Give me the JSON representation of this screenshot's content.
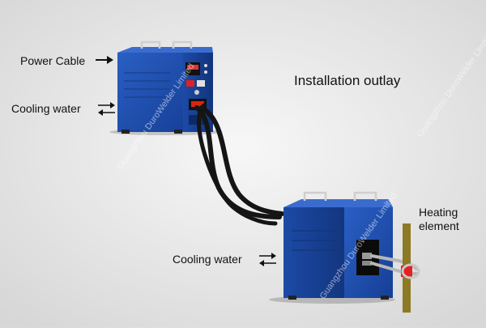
{
  "title": "Installation outlay",
  "labels": {
    "power_cable": "Power Cable",
    "cooling_water_top": "Cooling water",
    "cooling_water_bottom": "Cooling water",
    "heating_line1": "Heating",
    "heating_line2": "element"
  },
  "watermark": "Guangzhou DuroWelder Limited",
  "icons": {
    "power_arrow": "arrow-right-icon",
    "cooling_arrows": "bidirectional-arrow-icon"
  },
  "colors": {
    "background": "#ebebeb",
    "machine_blue": "#1f4fae",
    "cable": "#151515",
    "heating_rod": "#8c7a24",
    "coil": "#e52020",
    "text": "#111111"
  }
}
